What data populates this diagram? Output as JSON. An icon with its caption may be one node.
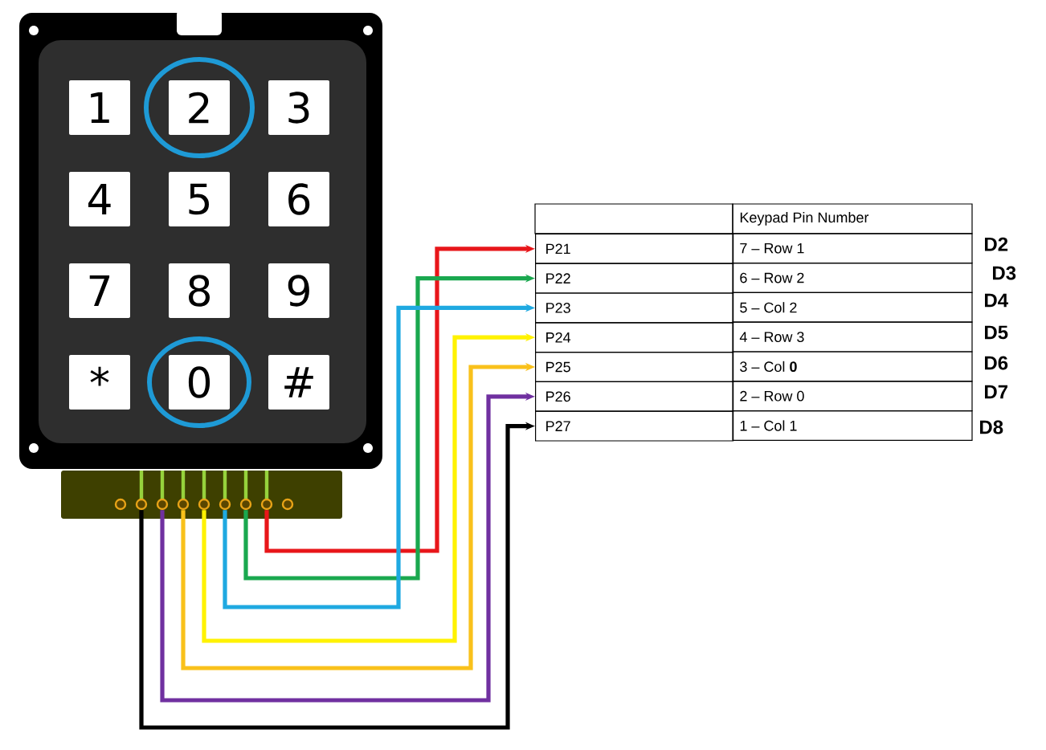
{
  "diagram": {
    "nodes": [
      {
        "text": [],
        "shape": "box"
      },
      {
        "text": [
          "1"
        ],
        "in": 0
      },
      {
        "text": [
          "2"
        ],
        "in": 0
      },
      {
        "text": [
          "3"
        ],
        "in": 0
      },
      {
        "text": [
          "4"
        ],
        "in": 0
      },
      {
        "text": [
          "5"
        ],
        "in": 0
      },
      {
        "text": [
          "6"
        ],
        "in": 0
      },
      {
        "text": [
          "7"
        ],
        "in": 0
      },
      {
        "text": [
          "8"
        ],
        "in": 0
      },
      {
        "text": [
          "9"
        ],
        "in": 0
      },
      {
        "text": [
          "*"
        ],
        "in": 0
      },
      {
        "text": [
          "0"
        ],
        "in": 0
      },
      {
        "text": [
          "#"
        ],
        "in": 0
      },
      {
        "text": [],
        "shape": "circle"
      },
      {
        "text": [],
        "shape": "circle"
      },
      {
        "text": [],
        "shape": "circle"
      },
      {
        "text": [],
        "shape": "circle"
      },
      {
        "text": [],
        "shape": "circle"
      },
      {
        "text": [],
        "shape": "circle"
      },
      {
        "text": [],
        "shape": "circle"
      },
      {
        "text": [],
        "shape": "circle"
      },
      {
        "text": [],
        "shape": "circle"
      },
      {
        "text": [
          "P21"
        ]
      },
      {
        "text": [
          "P22"
        ]
      },
      {
        "text": [
          "P23"
        ]
      },
      {
        "text": [
          "P24"
        ]
      },
      {
        "text": [
          "P25"
        ]
      },
      {
        "text": [
          "P26"
        ]
      },
      {
        "text": [
          "P27"
        ]
      }
    ],
    "edges": [
      {
        "from": 20,
        "to": 22,
        "arrow": "to",
        "color": "#e8161a"
      },
      {
        "from": 19,
        "to": 23,
        "arrow": "to",
        "color": "#1aa84f"
      },
      {
        "from": 18,
        "to": 24,
        "arrow": "to",
        "color": "#1fa9e1"
      },
      {
        "from": 17,
        "to": 25,
        "arrow": "to",
        "color": "#fff200"
      },
      {
        "from": 16,
        "to": 26,
        "arrow": "to",
        "color": "#f9c11b"
      },
      {
        "from": 15,
        "to": 27,
        "arrow": "to",
        "color": "#7030a0"
      },
      {
        "from": 14,
        "to": 28,
        "arrow": "to",
        "color": "#000000"
      }
    ],
    "labels": [
      "Keypad Pin Number",
      "7 – Row 1",
      "D2",
      "6 – Row 2",
      "D3",
      "5 – Col 2",
      "D4",
      "4 – Row 3",
      "D5",
      "3 – Col **0**",
      "D6",
      "2 – Row 0",
      "D7",
      "1 – Col 1",
      "D8"
    ]
  }
}
